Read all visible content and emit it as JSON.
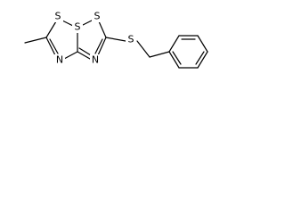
{
  "molecule": {
    "atoms": {
      "s_top_left": "S",
      "s_top_center": "S",
      "s_top_right": "S",
      "n_left": "N",
      "n_right": "N",
      "s_thioether": "S"
    }
  }
}
